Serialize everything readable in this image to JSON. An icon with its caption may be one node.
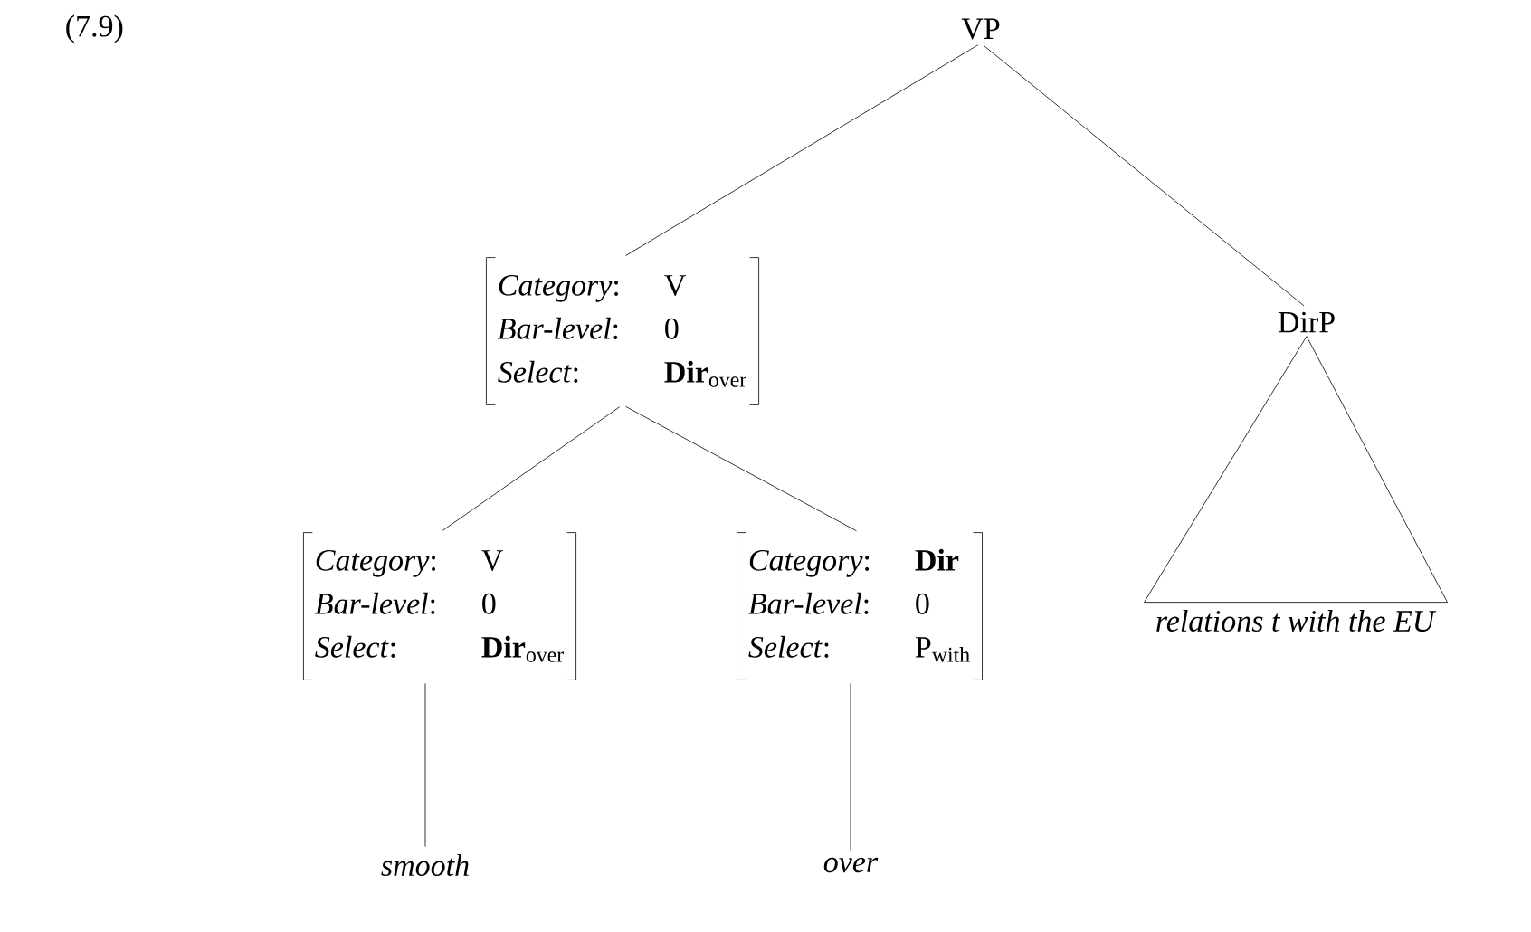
{
  "diagram": {
    "nodes": [
      {
        "text": [
          "VP"
        ]
      },
      {
        "text": [
          "*Category*:",
          "V",
          "*Bar-level*:",
          "0",
          "*Select*:",
          "**Dir**$_{over}$"
        ]
      },
      {
        "text": [
          "DirP"
        ]
      },
      {
        "text": [
          "*relations t with the EU*"
        ]
      },
      {
        "text": [
          "*Category*:",
          "V",
          "*Bar-level*:",
          "0",
          "*Select*:",
          "**Dir**$_{over}$"
        ]
      },
      {
        "text": [
          "*Category*:",
          "**Dir**",
          "*Bar-level*:",
          "0",
          "*Select*:",
          "P$_{with}$"
        ]
      },
      {
        "text": [
          "*smooth*"
        ]
      },
      {
        "text": [
          "*over*"
        ]
      }
    ],
    "edges": [
      {
        "from": 0,
        "to": 1,
        "arrow": "none"
      },
      {
        "from": 0,
        "to": 2,
        "arrow": "none"
      },
      {
        "from": 2,
        "to": 3,
        "arrow": "none"
      },
      {
        "from": 1,
        "to": 4,
        "arrow": "none"
      },
      {
        "from": 1,
        "to": 5,
        "arrow": "none"
      },
      {
        "from": 4,
        "to": 6,
        "arrow": "none"
      },
      {
        "from": 5,
        "to": 7,
        "arrow": "none"
      }
    ],
    "labels": [
      "(7.9)"
    ]
  }
}
